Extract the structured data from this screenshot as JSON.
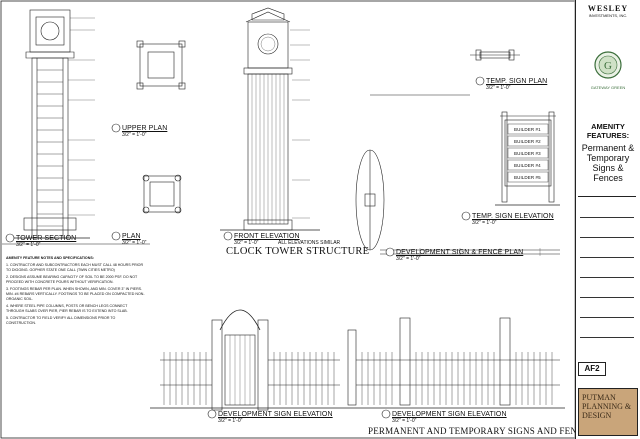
{
  "drawing": {
    "sheet_title": "PERMANENT AND TEMPORARY SIGNS AND FENCES",
    "sub_title": "CLOCK TOWER STRUCTURE",
    "views": [
      {
        "id": "tower_section",
        "title": "TOWER SECTION",
        "scale": "3/2\" = 1'-0\""
      },
      {
        "id": "upper_plan",
        "title": "UPPER PLAN",
        "scale": "3/2\" = 1'-0\""
      },
      {
        "id": "plan",
        "title": "PLAN",
        "scale": "3/2\" = 1'-0\""
      },
      {
        "id": "front_elevation",
        "title": "FRONT ELEVATION",
        "scale": "3/2\" = 1'-0\"",
        "note": "ALL ELEVATIONS SIMILAR"
      },
      {
        "id": "temp_sign_plan",
        "title": "TEMP. SIGN PLAN",
        "scale": "3/2\" = 1'-0\""
      },
      {
        "id": "temp_sign_elevation",
        "title": "TEMP. SIGN ELEVATION",
        "scale": "3/2\" = 1'-0\""
      },
      {
        "id": "dev_sign_fence_plan",
        "title": "DEVELOPMENT SIGN & FENCE PLAN",
        "scale": "3/2\" = 1'-0\""
      },
      {
        "id": "dev_sign_elev_1",
        "title": "DEVELOPMENT SIGN ELEVATION",
        "scale": "3/2\" = 1'-0\""
      },
      {
        "id": "dev_sign_elev_2",
        "title": "DEVELOPMENT SIGN ELEVATION",
        "scale": "3/2\" = 1'-0\""
      }
    ],
    "sign_panels": [
      "BUILDER #1",
      "BUILDER #2",
      "BUILDER #3",
      "BUILDER #4",
      "BUILDER #5"
    ],
    "notes_heading": "AMENITY FEATURE NOTES AND SPECIFICATIONS:",
    "notes": [
      "1. CONTRACTOR AND SUBCONTRACTORS EACH MUST CALL 48 HOURS PRIOR TO DIGGING. GOPHER STATE ONE CALL (TWIN CITIES METRO)",
      "2. DESIGNS ASSUME BEARING CAPACITY OF SOIL TO BE 2000 PSF. DO NOT PROCEED WITH CONCRETE POURS WITHOUT VERIFICATION.",
      "3. FOOTINGS REBAR PER PLAN. WHEN SHOWN, AND MIN. COVER 3\" IN PIERS. MIN. #4 REBARS VERTICALLY. FOOTINGS TO BE PLACED ON COMPACTED NON-ORGANIC SOIL.",
      "4. WHERE STEEL PIPE COLUMNS, POSTS OR BENCH LEGS CONNECT THROUGH SLABS OVER PIER, PIER REBAR IS TO EXTEND INTO SLAB.",
      "5. CONTRACTOR TO FIELD VERIFY ALL DIMENSIONS PRIOR TO CONSTRUCTION."
    ],
    "title_block": {
      "company": "WESLEY",
      "company_sub": "INVESTMENTS, INC.",
      "logo_text": "GATEWAY GREEN",
      "project_label": "AMENITY FEATURES:",
      "project_title": "Permanent & Temporary Signs & Fences",
      "sheet_number": "AF2",
      "firm": "PUTMAN PLANNING & DESIGN"
    }
  }
}
